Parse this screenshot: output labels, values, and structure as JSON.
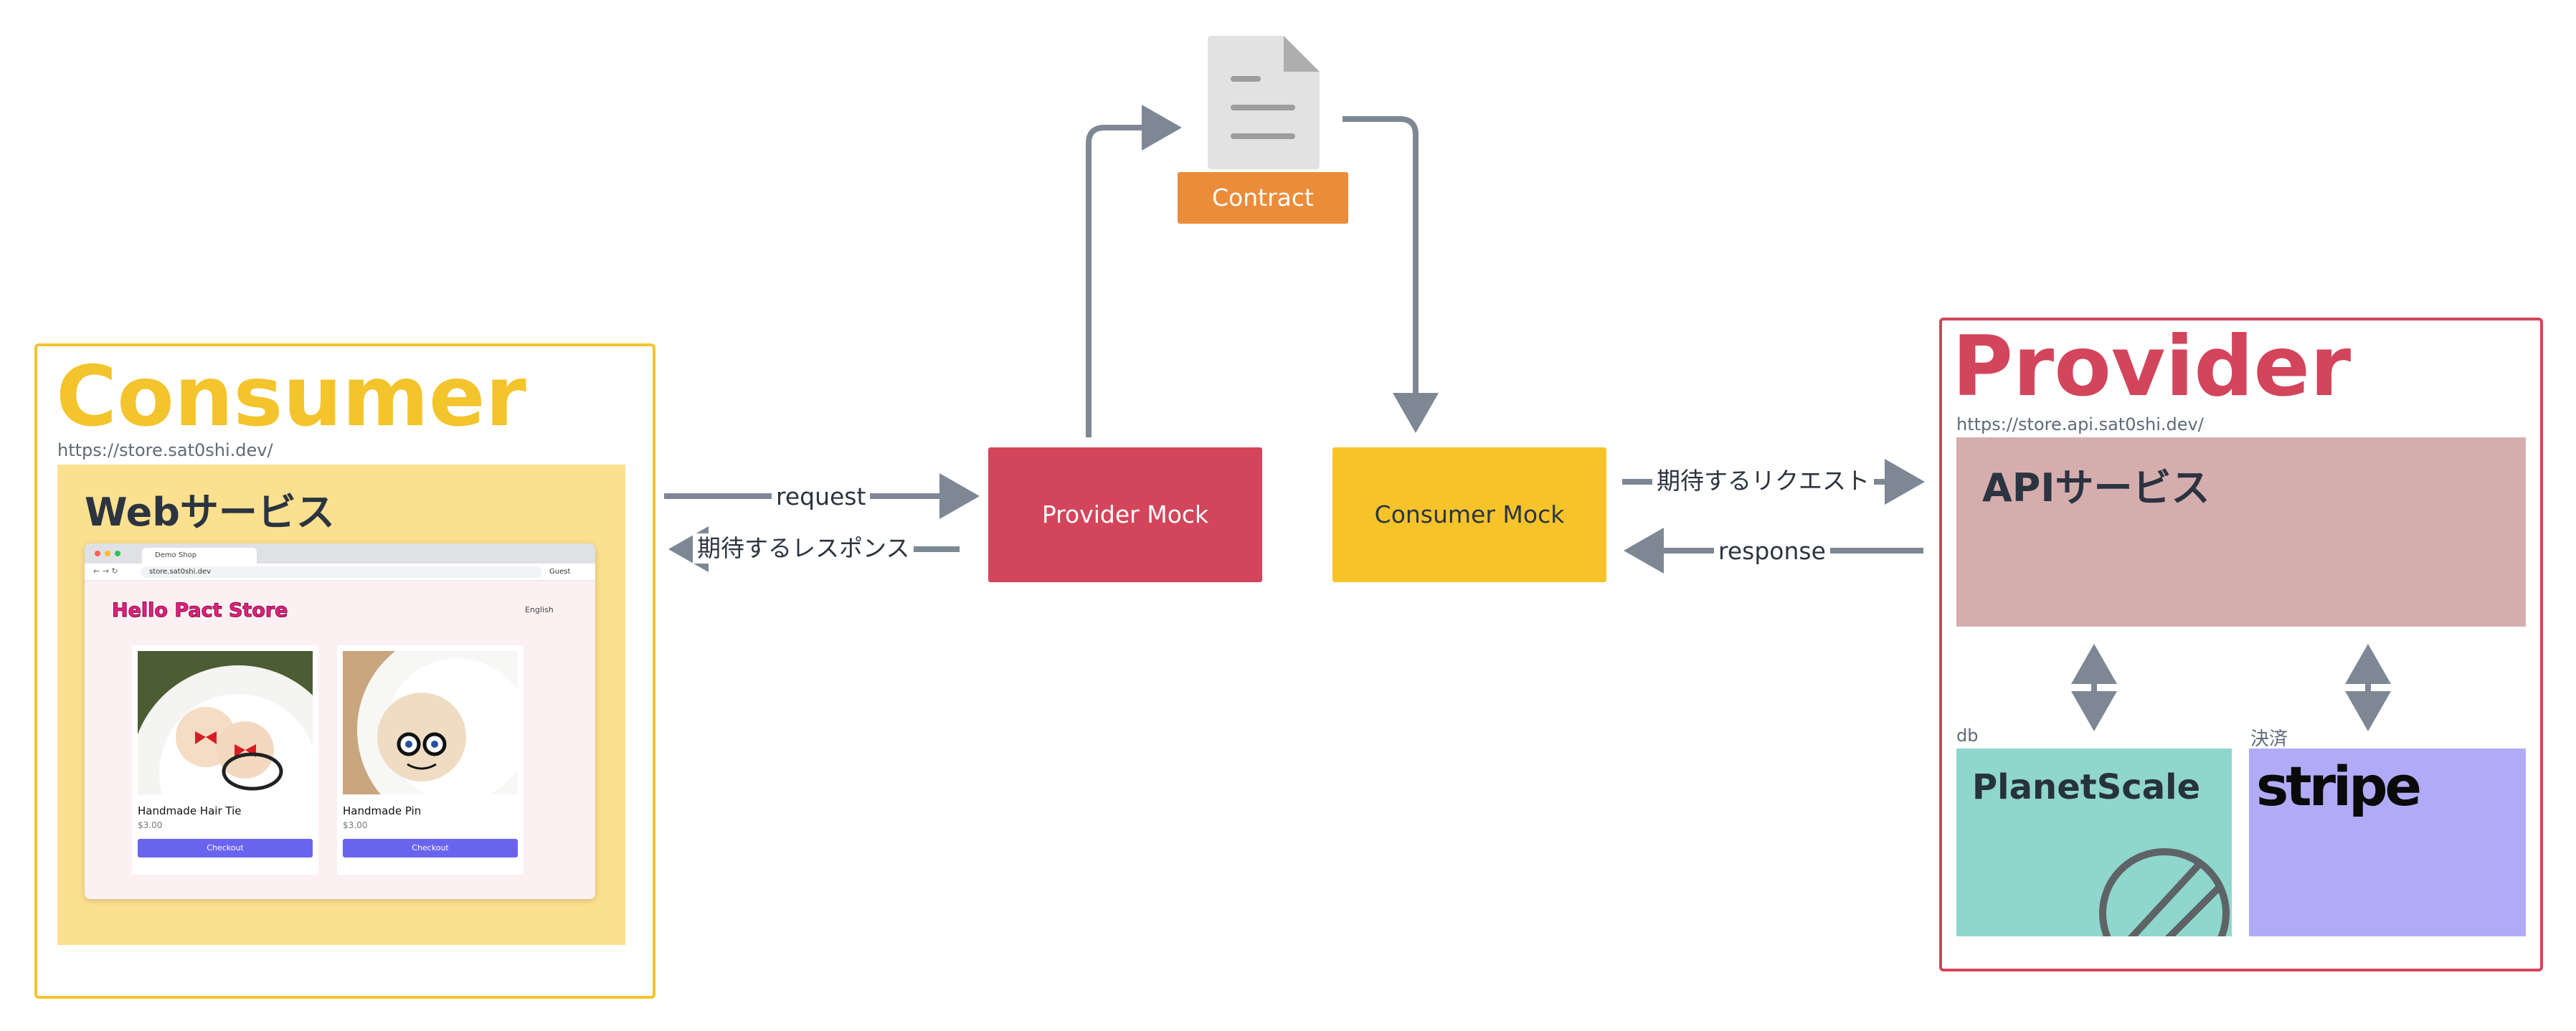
{
  "colors": {
    "consumer": "#f3c42b",
    "provider": "#d3455b",
    "contract": "#eb8c3a",
    "arrow": "#7d8894",
    "web_service_bg": "#fbe08f",
    "api_service_bg": "#d6adad",
    "planetscale_bg": "#8fd6cd",
    "stripe_bg": "#b1abf7"
  },
  "consumer": {
    "title": "Consumer",
    "url": "https://store.sat0shi.dev/",
    "web_service": "Webサービス",
    "browser": {
      "tab_title": "Demo Shop",
      "address": "store.sat0shi.dev",
      "guest": "Guest",
      "store_title": "Hello Pact Store",
      "language": "English",
      "products": [
        {
          "name": "Handmade Hair Tie",
          "price": "$3.00",
          "button": "Checkout"
        },
        {
          "name": "Handmade Pin",
          "price": "$3.00",
          "button": "Checkout"
        }
      ]
    }
  },
  "contract": {
    "label": "Contract",
    "icon": "document-icon"
  },
  "mocks": {
    "provider_mock": "Provider Mock",
    "consumer_mock": "Consumer Mock"
  },
  "edges": {
    "request": "request",
    "expected_response": "期待するレスポンス",
    "expected_request": "期待するリクエスト",
    "response": "response"
  },
  "provider": {
    "title": "Provider",
    "url": "https://store.api.sat0shi.dev/",
    "api_service": "APIサービス",
    "db_label": "db",
    "payment_label": "決済",
    "planetscale": "PlanetScale",
    "stripe": "stripe"
  }
}
